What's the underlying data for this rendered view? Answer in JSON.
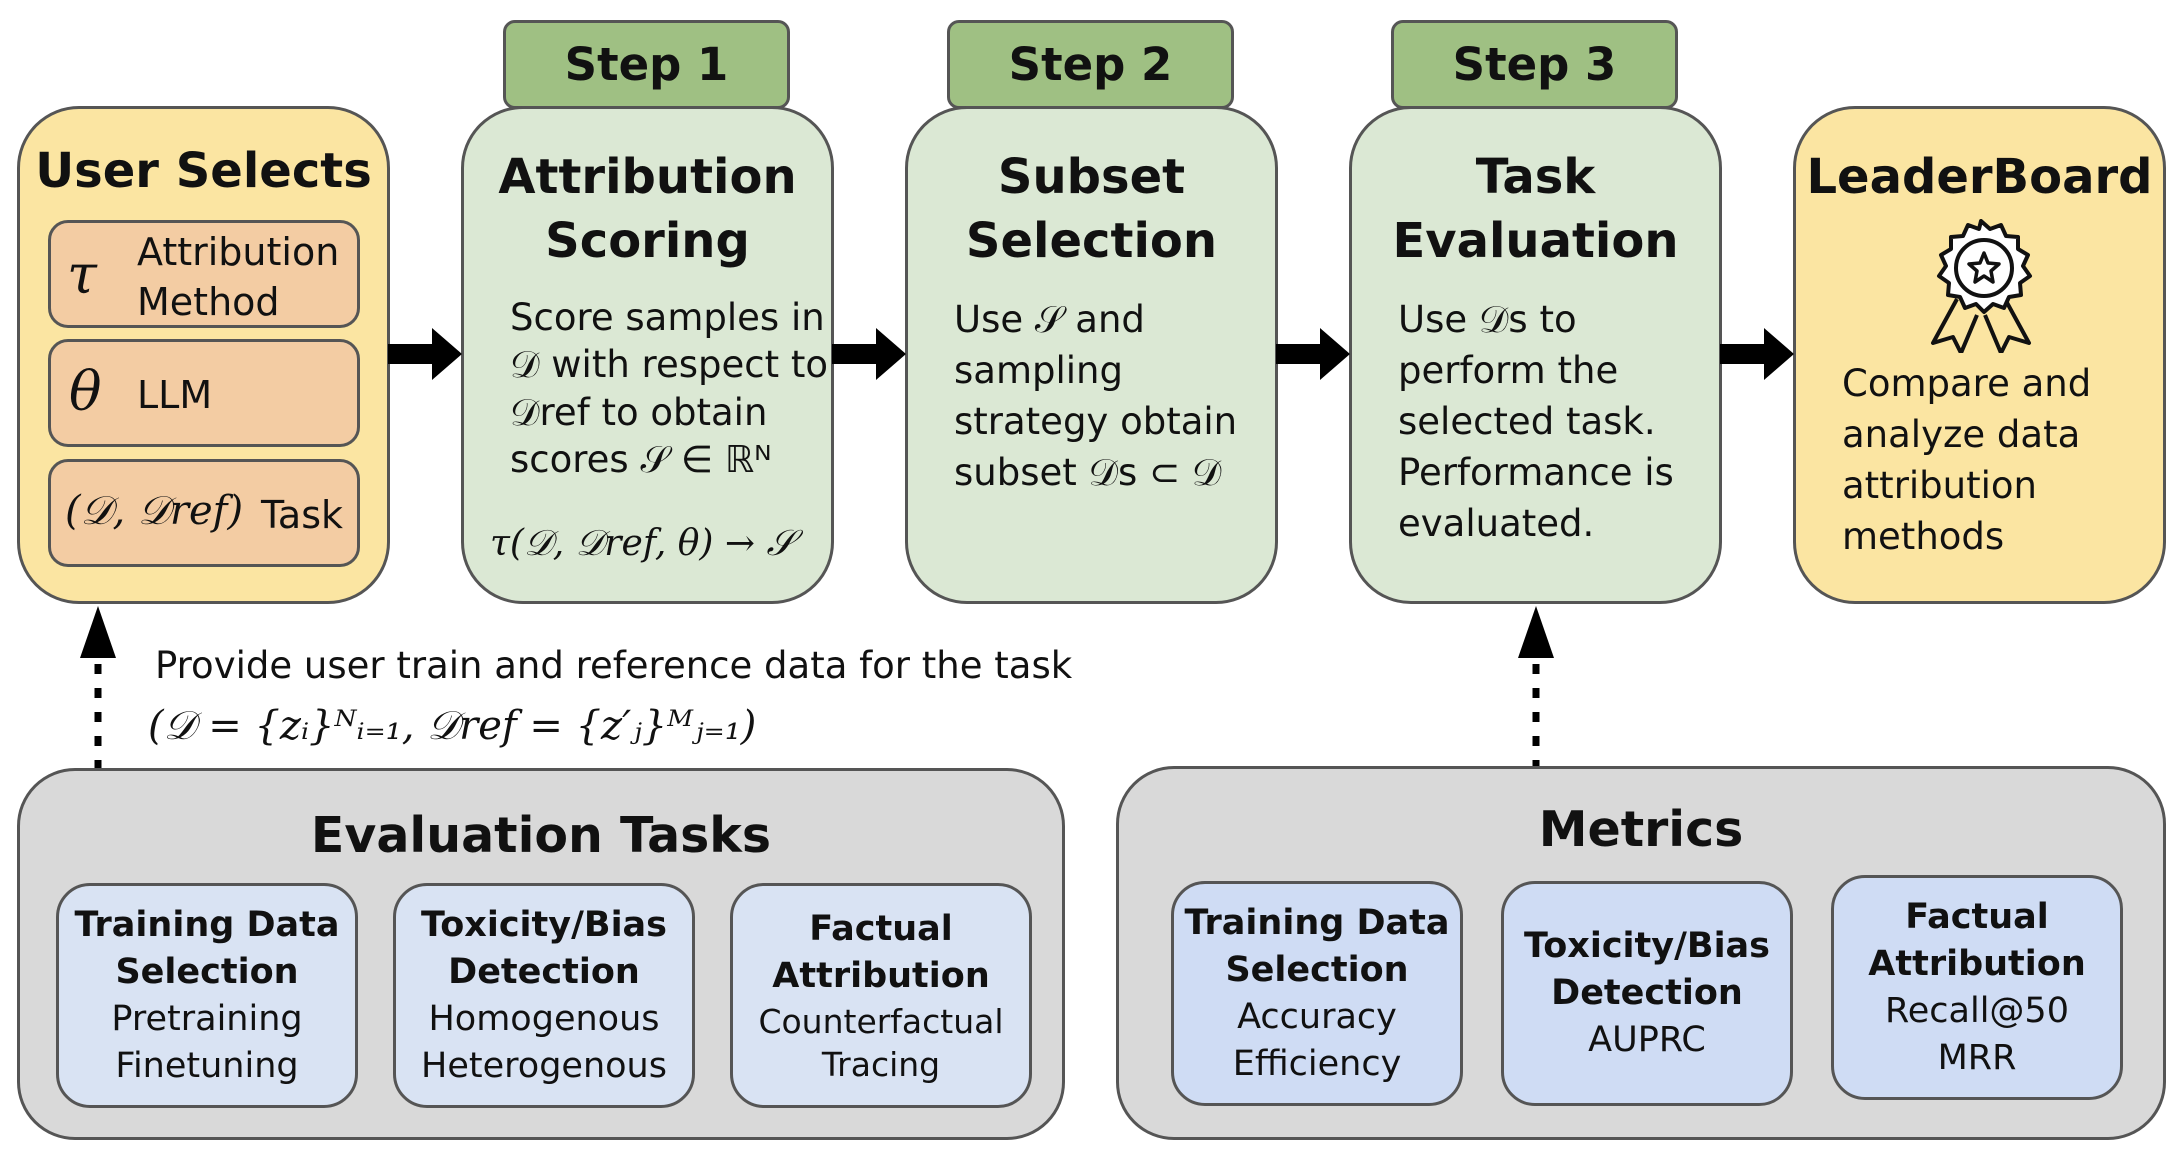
{
  "user_selects": {
    "title": "User Selects",
    "items": [
      {
        "symbol": "τ",
        "label_line1": "Attribution",
        "label_line2": "Method"
      },
      {
        "symbol": "θ",
        "label": "LLM"
      },
      {
        "symbol": "(𝒟, 𝒟ref)",
        "label": "Task"
      }
    ]
  },
  "steps": [
    {
      "tab": "Step 1",
      "title_line1": "Attribution",
      "title_line2": "Scoring",
      "lines": [
        "Score samples in",
        "𝒟 with respect to",
        "𝒟ref to obtain",
        "scores 𝒮 ∈ ℝᴺ"
      ],
      "formula": "τ(𝒟, 𝒟ref, θ) → 𝒮"
    },
    {
      "tab": "Step 2",
      "title_line1": "Subset",
      "title_line2": "Selection",
      "lines": [
        "Use 𝒮 and",
        "sampling",
        "strategy obtain",
        "subset 𝒟s ⊂ 𝒟"
      ]
    },
    {
      "tab": "Step 3",
      "title_line1": "Task",
      "title_line2": "Evaluation",
      "lines": [
        "Use 𝒟s to",
        "perform the",
        "selected task.",
        "Performance is",
        "evaluated."
      ]
    }
  ],
  "leaderboard": {
    "title": "LeaderBoard",
    "icon": "award-ribbon-icon",
    "lines": [
      "Compare and",
      "analyze data",
      "attribution",
      "methods"
    ]
  },
  "provide_note": {
    "line1": "Provide user train and reference data for the task",
    "formula": "(𝒟 = {zᵢ}ᴺᵢ₌₁, 𝒟ref = {z′ⱼ}ᴹⱼ₌₁)"
  },
  "evaluation_tasks": {
    "title": "Evaluation Tasks",
    "cards": [
      {
        "title_line1": "Training Data",
        "title_line2": "Selection",
        "lines": [
          "Pretraining",
          "Finetuning"
        ]
      },
      {
        "title_line1": "Toxicity/Bias",
        "title_line2": "Detection",
        "lines": [
          "Homogenous",
          "Heterogenous"
        ]
      },
      {
        "title_line1": "Factual",
        "title_line2": "Attribution",
        "lines": [
          "Counterfactual",
          "Tracing"
        ]
      }
    ]
  },
  "metrics": {
    "title": "Metrics",
    "cards": [
      {
        "title_line1": "Training Data",
        "title_line2": "Selection",
        "lines": [
          "Accuracy",
          "Efficiency"
        ]
      },
      {
        "title_line1": "Toxicity/Bias",
        "title_line2": "Detection",
        "lines": [
          "AUPRC"
        ]
      },
      {
        "title_line1": "Factual",
        "title_line2": "Attribution",
        "lines": [
          "Recall@50",
          "MRR"
        ]
      }
    ]
  },
  "colors": {
    "user_box": "#fbe5a2",
    "step_box": "#dbe8d4",
    "step_tab": "#9fc083",
    "option_box": "#f3cca3",
    "panel": "#d9d9d9",
    "card": "#d9e3f3"
  }
}
